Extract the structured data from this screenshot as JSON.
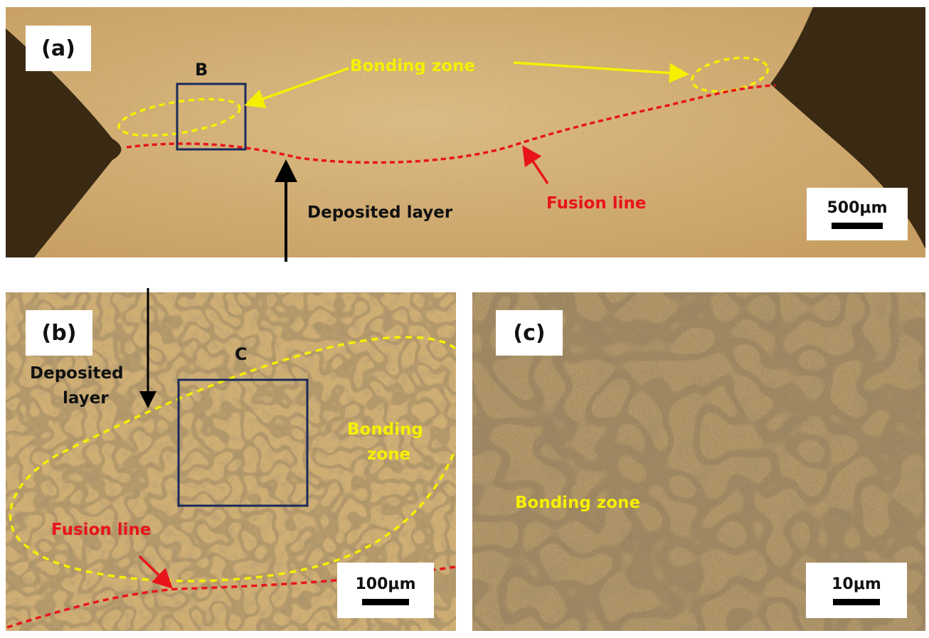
{
  "panels": {
    "a": {
      "tag": "(a)",
      "box_label": "B",
      "scale": "500μm"
    },
    "b": {
      "tag": "(b)",
      "box_label": "C",
      "scale": "100μm"
    },
    "c": {
      "tag": "(c)",
      "scale": "10μm"
    }
  },
  "labels": {
    "bonding_zone": "Bonding zone",
    "bonding_zone_line1": "Bonding",
    "bonding_zone_line2": "zone",
    "fusion_line": "Fusion line",
    "deposited_layer": "Deposited layer",
    "deposited_line1": "Deposited",
    "deposited_line2": "layer"
  },
  "colors": {
    "micrograph_base": "#d4b27a",
    "bonding_zone": "#f6f000",
    "fusion_line": "#e8141b",
    "box": "#1a2a5a",
    "arrow": "#000000"
  }
}
